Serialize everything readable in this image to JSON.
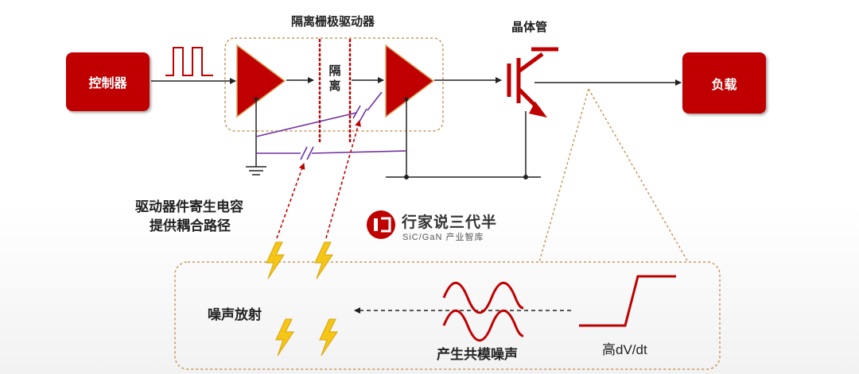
{
  "blocks": {
    "controller": "控制器",
    "load": "负载"
  },
  "labels": {
    "isolated_gate_driver": "隔离栅极驱动器",
    "transistor": "晶体管",
    "isolation_line1": "隔",
    "isolation_line2": "离",
    "parasitic_line1": "驱动器件寄生电容",
    "parasitic_line2": "提供耦合路径",
    "noise_emission": "噪声放射",
    "common_mode_noise": "产生共模噪声",
    "high_dvdt": "高dV/dt"
  },
  "brand": {
    "name": "行家说三代半",
    "subtitle": "SiC/GaN 产业智库",
    "logo_glyph": "i"
  },
  "colors": {
    "accent_red": "#c00000",
    "purple": "#7030a0",
    "orange_border": "#c9975b"
  }
}
